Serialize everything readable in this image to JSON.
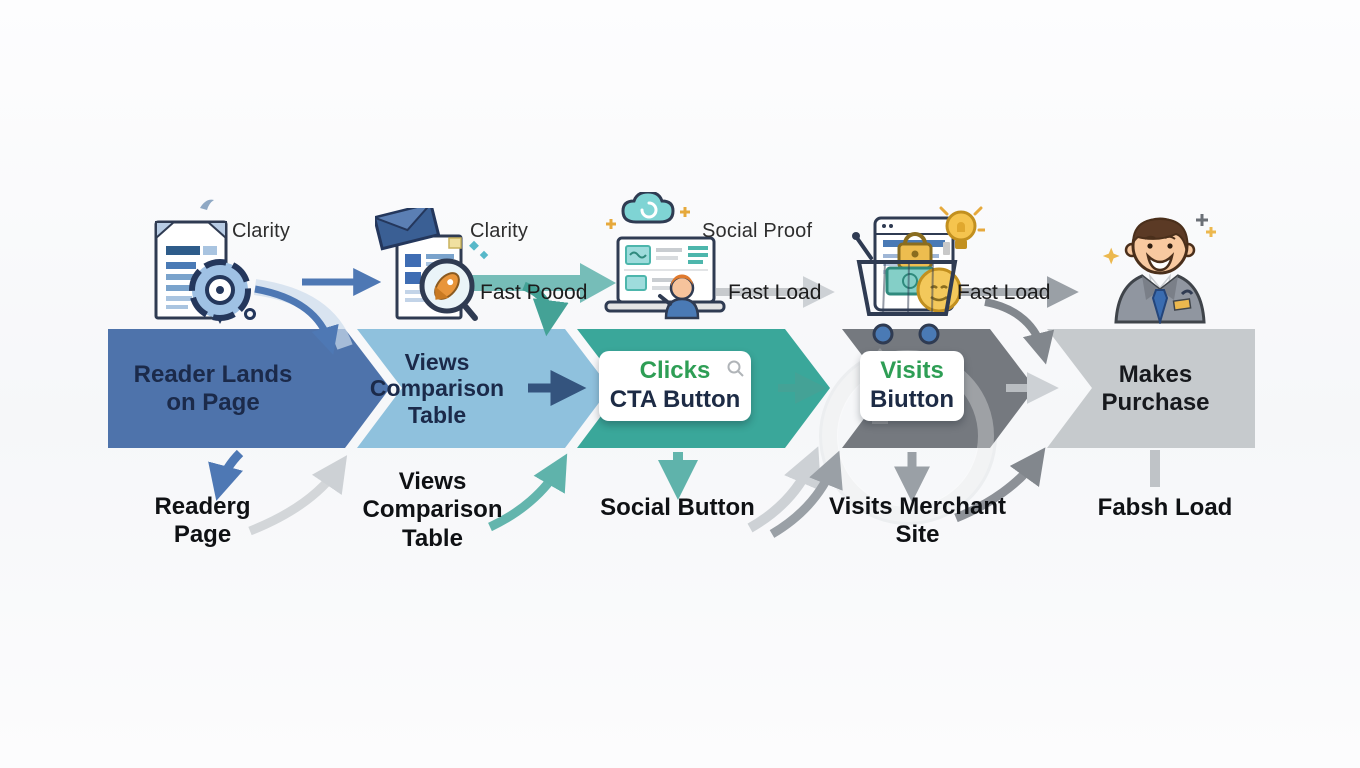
{
  "palette": {
    "stage1_blue": "#4e73ab",
    "stage2_light_blue": "#8fc1dd",
    "stage3_teal": "#3aa79a",
    "stage4_dark_gray": "#75797f",
    "stage5_light_gray": "#c6cacd",
    "navy_text": "#1b2a4a",
    "green_button_text": "#2e9e55",
    "blue_arrow": "#4e78b4",
    "teal_arrow": "#5fb3ab",
    "gray_arrow": "#9aa0a6",
    "light_gray_arrow": "#cdd1d5"
  },
  "top_row": {
    "labels": {
      "clarity_1": "Clarity",
      "clarity_2": "Clarity",
      "social_proof": "Social Proof",
      "fast_poood": "Fast Poood",
      "fast_load_1": "Fast Load",
      "fast_load_2": "Fast Load"
    },
    "icons": [
      "document-target-icon",
      "email-document-magnifier-icon",
      "cloud-laptop-person-icon",
      "cart-checkout-icon",
      "happy-customer-icon"
    ]
  },
  "funnel": {
    "stages": [
      {
        "id": "reader-lands",
        "label": "Reader Lands\non Page"
      },
      {
        "id": "views-table",
        "label": "Views\nComparison\nTable"
      },
      {
        "id": "clicks-cta",
        "button_top": "Clicks",
        "button_bottom": "CTA Button"
      },
      {
        "id": "visits",
        "button_top": "Visits",
        "button_bottom": "Biutton"
      },
      {
        "id": "makes-purchase",
        "label": "Makes\nPurchase"
      }
    ]
  },
  "bottom_row": {
    "labels": [
      "Readerg\nPage",
      "Views\nComparison\nTable",
      "Social Button",
      "Visits Merchant\nSite",
      "Fabsh Load"
    ]
  }
}
